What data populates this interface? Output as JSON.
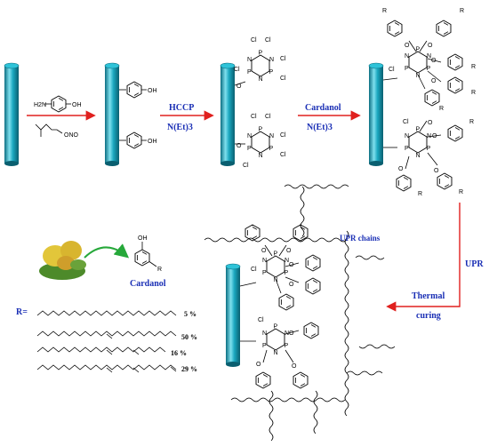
{
  "colors": {
    "rod": "#1aa7bf",
    "rod_dark": "#0c6f82",
    "rod_light": "#7fe0ee",
    "red_arrow": "#e0201e",
    "green_arrow": "#26a83a",
    "label_blue": "#1a2fb5"
  },
  "steps": {
    "step1_reagent1_top": "H2N",
    "step1_reagent1_oh": "OH",
    "step1_reagent2": "ONO",
    "step2_reagent": "HCCP",
    "step2_base": "N(Et)3",
    "step3_reagent": "Cardanol",
    "step3_base": "N(Et)3",
    "step4_reagent": "UPR",
    "step4_process_line1": "Thermal",
    "step4_process_line2": "curing"
  },
  "labels": {
    "upr_chains": "UPR chains",
    "cardanol": "Cardanol",
    "oh": "OH",
    "r": "R",
    "r_def": "R="
  },
  "composition": [
    {
      "percent": "5 %"
    },
    {
      "percent": "50 %"
    },
    {
      "percent": "16 %"
    },
    {
      "percent": "29 %"
    }
  ],
  "icons": [
    "cashew-fruit-icon",
    "fiber-rod-icon",
    "phenol-ring-icon"
  ]
}
